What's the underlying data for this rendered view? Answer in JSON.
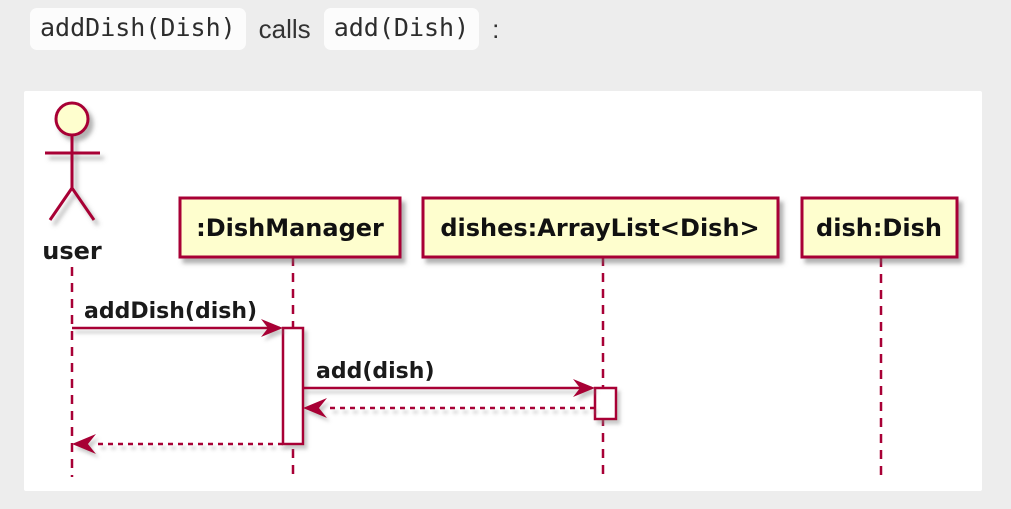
{
  "header": {
    "code_before": "addDish(Dish)",
    "middle_text": "calls",
    "code_after": "add(Dish)",
    "suffix": ":"
  },
  "diagram": {
    "type": "uml-sequence",
    "colors": {
      "accent": "#A80036",
      "participant_fill": "#FEFECE",
      "activation_fill": "#FFFFFF",
      "canvas": "#FFFFFF",
      "page_background": "#EDEDED"
    },
    "actor": {
      "name": "user"
    },
    "participants": [
      {
        "label": ":DishManager"
      },
      {
        "label": "dishes:ArrayList<Dish>"
      },
      {
        "label": "dish:Dish"
      }
    ],
    "messages": [
      {
        "from": "user",
        "to": ":DishManager",
        "label": "addDish(dish)",
        "style": "solid"
      },
      {
        "from": ":DishManager",
        "to": "dishes:ArrayList<Dish>",
        "label": "add(dish)",
        "style": "solid"
      },
      {
        "from": "dishes:ArrayList<Dish>",
        "to": ":DishManager",
        "label": "",
        "style": "dashed-return"
      },
      {
        "from": ":DishManager",
        "to": "user",
        "label": "",
        "style": "dashed-return"
      }
    ]
  }
}
